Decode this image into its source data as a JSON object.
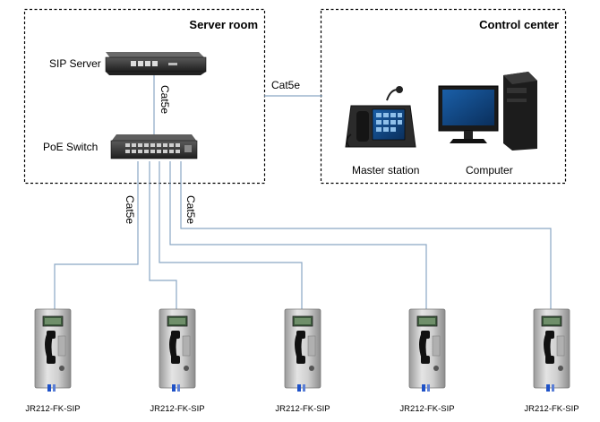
{
  "server_room": {
    "title": "Server room"
  },
  "control_center": {
    "title": "Control center"
  },
  "devices": {
    "sip_server": "SIP Server",
    "poe_switch": "PoE Switch",
    "master_station": "Master station",
    "computer": "Computer"
  },
  "cables": {
    "server_to_switch": "Cat5e",
    "room_to_center": "Cat5e",
    "switch_to_phones_left": "Cat5e",
    "switch_to_phones_right": "Cat5e"
  },
  "phones": [
    {
      "model": "JR212-FK-SIP"
    },
    {
      "model": "JR212-FK-SIP"
    },
    {
      "model": "JR212-FK-SIP"
    },
    {
      "model": "JR212-FK-SIP"
    },
    {
      "model": "JR212-FK-SIP"
    }
  ]
}
